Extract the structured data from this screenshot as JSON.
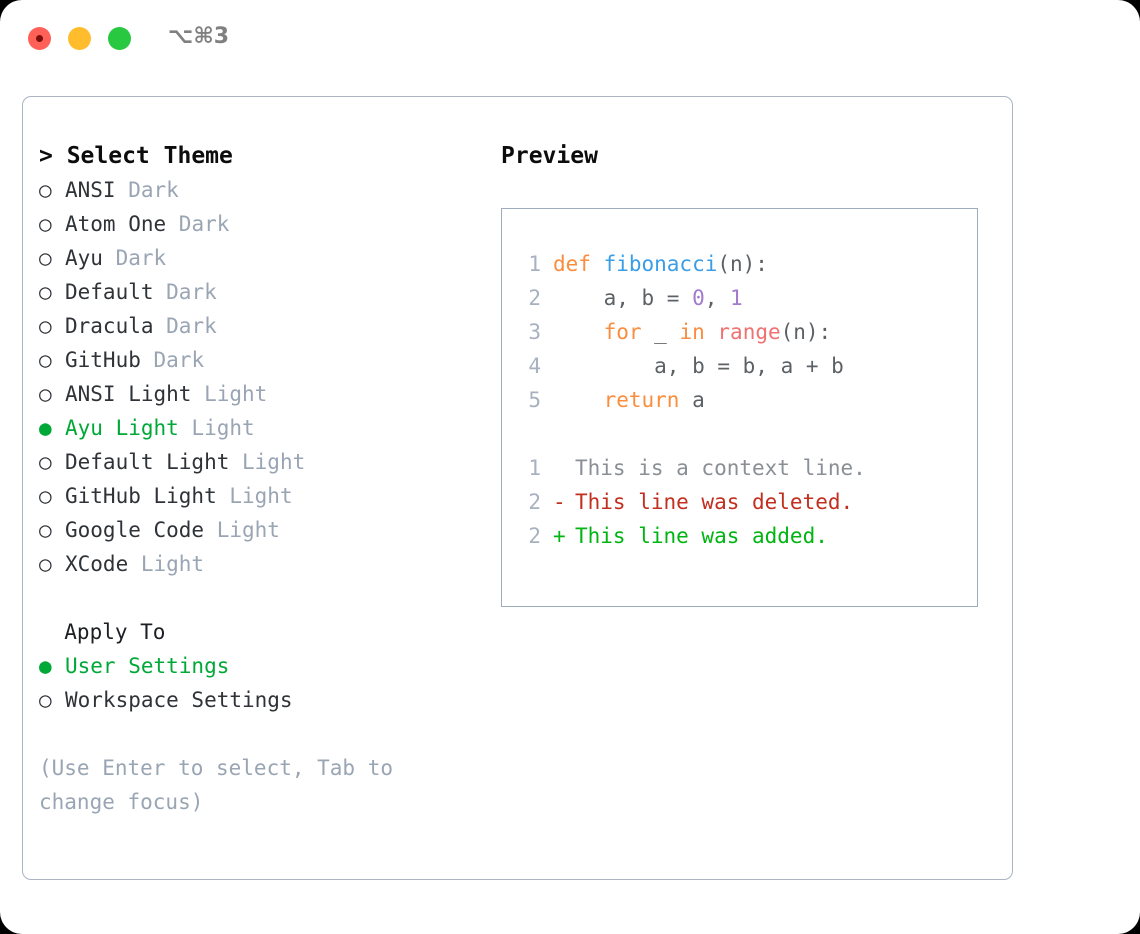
{
  "titlebar": {
    "close_label": "close",
    "minimize_label": "minimize",
    "maximize_label": "maximize",
    "shortcut": "⌥⌘3"
  },
  "left": {
    "heading": "> Select Theme",
    "themes": [
      {
        "bullet": "○",
        "name": "ANSI",
        "variant": "Dark",
        "selected": false
      },
      {
        "bullet": "○",
        "name": "Atom One",
        "variant": "Dark",
        "selected": false
      },
      {
        "bullet": "○",
        "name": "Ayu",
        "variant": "Dark",
        "selected": false
      },
      {
        "bullet": "○",
        "name": "Default",
        "variant": "Dark",
        "selected": false
      },
      {
        "bullet": "○",
        "name": "Dracula",
        "variant": "Dark",
        "selected": false
      },
      {
        "bullet": "○",
        "name": "GitHub",
        "variant": "Dark",
        "selected": false
      },
      {
        "bullet": "○",
        "name": "ANSI Light",
        "variant": "Light",
        "selected": false
      },
      {
        "bullet": "●",
        "name": "Ayu Light",
        "variant": "Light",
        "selected": true
      },
      {
        "bullet": "○",
        "name": "Default Light",
        "variant": "Light",
        "selected": false
      },
      {
        "bullet": "○",
        "name": "GitHub Light",
        "variant": "Light",
        "selected": false
      },
      {
        "bullet": "○",
        "name": "Google Code",
        "variant": "Light",
        "selected": false
      },
      {
        "bullet": "○",
        "name": "XCode",
        "variant": "Light",
        "selected": false
      }
    ],
    "apply_to_heading": "  Apply To",
    "apply_to": [
      {
        "bullet": "●",
        "name": "User Settings",
        "selected": true
      },
      {
        "bullet": "○",
        "name": "Workspace Settings",
        "selected": false
      }
    ],
    "hint": "(Use Enter to select, Tab to change focus)"
  },
  "preview": {
    "title": "Preview",
    "code_lines": [
      {
        "n": "1",
        "tokens": [
          {
            "t": "def ",
            "c": "kw"
          },
          {
            "t": "fibonacci",
            "c": "fn"
          },
          {
            "t": "(n):",
            "c": "pln"
          }
        ]
      },
      {
        "n": "2",
        "tokens": [
          {
            "t": "    a, b = ",
            "c": "pln"
          },
          {
            "t": "0",
            "c": "num"
          },
          {
            "t": ", ",
            "c": "pln"
          },
          {
            "t": "1",
            "c": "num"
          }
        ]
      },
      {
        "n": "3",
        "tokens": [
          {
            "t": "    ",
            "c": "pln"
          },
          {
            "t": "for",
            "c": "kw"
          },
          {
            "t": " _ ",
            "c": "pln"
          },
          {
            "t": "in",
            "c": "kw"
          },
          {
            "t": " ",
            "c": "pln"
          },
          {
            "t": "range",
            "c": "bif"
          },
          {
            "t": "(n):",
            "c": "pln"
          }
        ]
      },
      {
        "n": "4",
        "tokens": [
          {
            "t": "        a, b = b, a + b",
            "c": "pln"
          }
        ]
      },
      {
        "n": "5",
        "tokens": [
          {
            "t": "    ",
            "c": "pln"
          },
          {
            "t": "return",
            "c": "kw"
          },
          {
            "t": " a",
            "c": "pln"
          }
        ]
      }
    ],
    "diff_lines": [
      {
        "n": "1",
        "mark": " ",
        "text": "This is a context line.",
        "kind": "ctx"
      },
      {
        "n": "2",
        "mark": "-",
        "text": "This line was deleted.",
        "kind": "del"
      },
      {
        "n": "2",
        "mark": "+",
        "text": "This line was added.",
        "kind": "add"
      }
    ]
  },
  "colors": {
    "accent_green": "#00a838",
    "muted": "#9aa5b4",
    "border": "#aab4c2",
    "keyword_orange": "#fa8d3e",
    "function_blue": "#399ee6",
    "number_purple": "#a37acc",
    "builtin_red": "#f07171",
    "diff_deleted": "#c22f1f",
    "diff_added": "#00b512"
  }
}
